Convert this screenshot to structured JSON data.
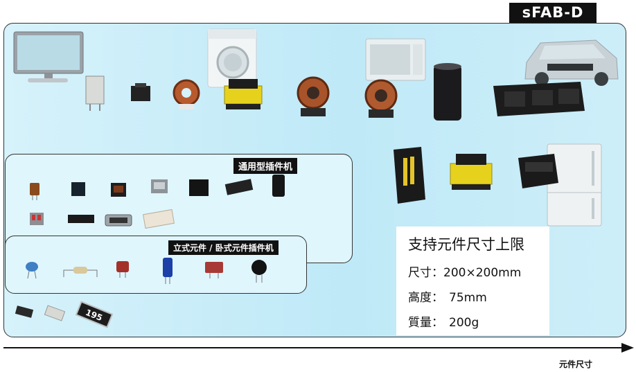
{
  "badge": "sFAB-D",
  "tags": {
    "general": "通用型插件机",
    "radial_axial": "立式元件 / 卧式元件插件机"
  },
  "info": {
    "title": "支持元件尺寸上限",
    "size_label": "尺寸：",
    "size_value": "200×200mm",
    "height_label": "高度：",
    "height_value": "75mm",
    "weight_label": "質量：",
    "weight_value": "200g"
  },
  "axis_label": "元件尺寸",
  "resistor_marking": "195"
}
